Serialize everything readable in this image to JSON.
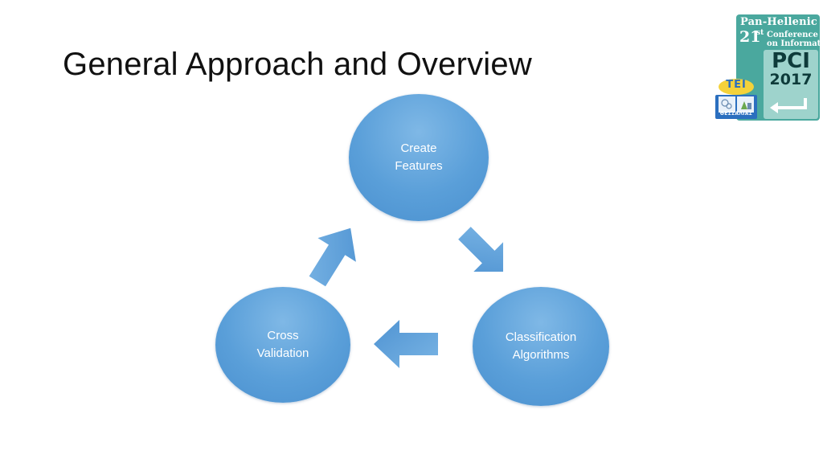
{
  "slide": {
    "title": "General Approach and Overview"
  },
  "diagram": {
    "type": "cycle",
    "nodes": [
      {
        "id": "create",
        "label": "Create\nFeatures"
      },
      {
        "id": "classification",
        "label": "Classification\nAlgorithms"
      },
      {
        "id": "cross",
        "label": "Cross\nValidation"
      }
    ],
    "edges": [
      {
        "from": "create",
        "to": "classification"
      },
      {
        "from": "classification",
        "to": "cross"
      },
      {
        "from": "cross",
        "to": "create"
      }
    ],
    "colors": {
      "node": "#5a9fd9",
      "arrow": "#5b9ed8",
      "text": "#ffffff"
    }
  },
  "logo": {
    "line1": "Pan-Hellenic",
    "number": "21",
    "suffix": "st",
    "conference_line1": "Conference",
    "conference_line2": "on Informatics",
    "acronym": "PCI",
    "year": "2017",
    "tei": "TEI",
    "tei_sub": "ΘΕΣΣΑΛΙΑΣ",
    "colors": {
      "main": "#4aa89e",
      "panel": "#9ed3cc",
      "tei": "#2b6fbf"
    }
  }
}
